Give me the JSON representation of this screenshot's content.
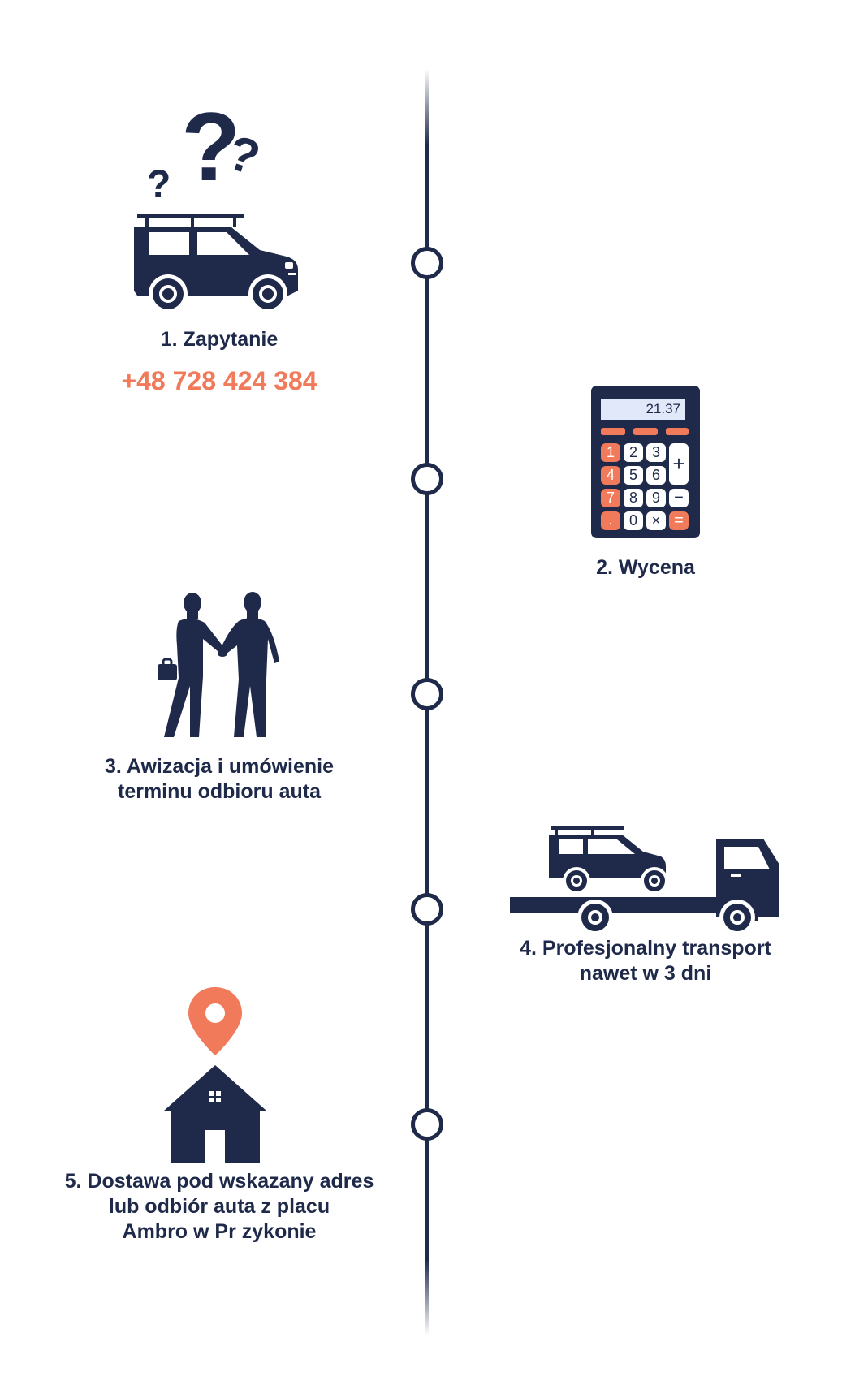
{
  "steps": [
    {
      "label": "1. Zapytanie",
      "contact": "+48 728 424 384",
      "icon": "car-question-icon"
    },
    {
      "label": "2. Wycena",
      "icon": "calculator-icon",
      "display": "21.37",
      "keys": [
        "1",
        "2",
        "3",
        "+",
        "4",
        "5",
        "6",
        "7",
        "8",
        "9",
        "−",
        ".",
        "0",
        "×",
        "="
      ]
    },
    {
      "label_lines": [
        "3. Awizacja i umówienie",
        "terminu odbioru auta"
      ],
      "icon": "handshake-icon"
    },
    {
      "label_lines": [
        "4. Profesjonalny transport",
        "nawet w 3 dni"
      ],
      "icon": "tow-truck-icon"
    },
    {
      "label_lines": [
        "5. Dostawa pod wskazany adres",
        "lub odbiór auta z placu",
        "Ambro w Pr zykonie"
      ],
      "icon": "house-location-icon"
    }
  ],
  "colors": {
    "primary": "#1f2a4a",
    "accent": "#f07a5a",
    "background": "#ffffff"
  }
}
